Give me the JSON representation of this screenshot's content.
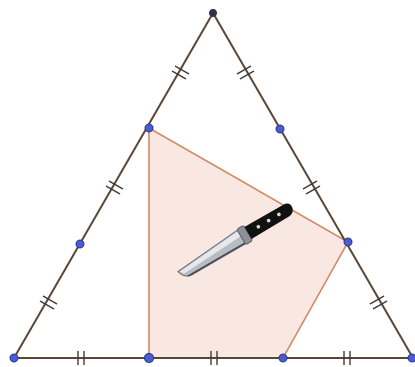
{
  "figure": {
    "kind": "equilateral triangle divided into thirds with inscribed shaded quadrilateral",
    "colors": {
      "triangle_edge": "#5a4636",
      "quadrilateral_edge": "#d08a63",
      "quadrilateral_fill": "#f7e4dc",
      "division_point": "#4a5bd6",
      "apex_point": "#333333",
      "tick_mark": "#3a3a3a"
    },
    "points": [
      {
        "name": "apex",
        "icon": "apex-point"
      },
      {
        "name": "left-third-upper",
        "icon": "division-point"
      },
      {
        "name": "left-third-lower",
        "icon": "division-point"
      },
      {
        "name": "right-third-upper",
        "icon": "division-point"
      },
      {
        "name": "right-third-lower",
        "icon": "division-point"
      },
      {
        "name": "bottom-left-vertex",
        "icon": "division-point"
      },
      {
        "name": "bottom-third-left",
        "icon": "division-point"
      },
      {
        "name": "bottom-third-right",
        "icon": "division-point"
      },
      {
        "name": "bottom-right-vertex",
        "icon": "division-point"
      }
    ],
    "equal_segment_marks": "double-tick",
    "center_image": "knife-icon"
  }
}
